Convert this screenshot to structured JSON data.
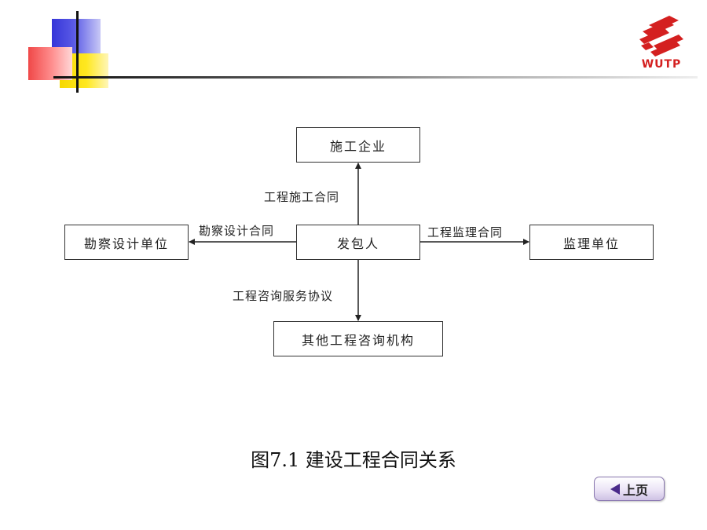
{
  "logo": {
    "text": "WUTP",
    "color": "#d42020"
  },
  "diagram": {
    "nodes": {
      "top": "施工企业",
      "center": "发包人",
      "left": "勘察设计单位",
      "right": "监理单位",
      "bottom": "其他工程咨询机构"
    },
    "edges": {
      "top": "工程施工合同",
      "left": "勘察设计合同",
      "right": "工程监理合同",
      "bottom": "工程咨询服务协议"
    }
  },
  "caption": "图7.1  建设工程合同关系",
  "nav": {
    "prev_label": "上页",
    "prev_icon": "triangle-left-icon"
  }
}
